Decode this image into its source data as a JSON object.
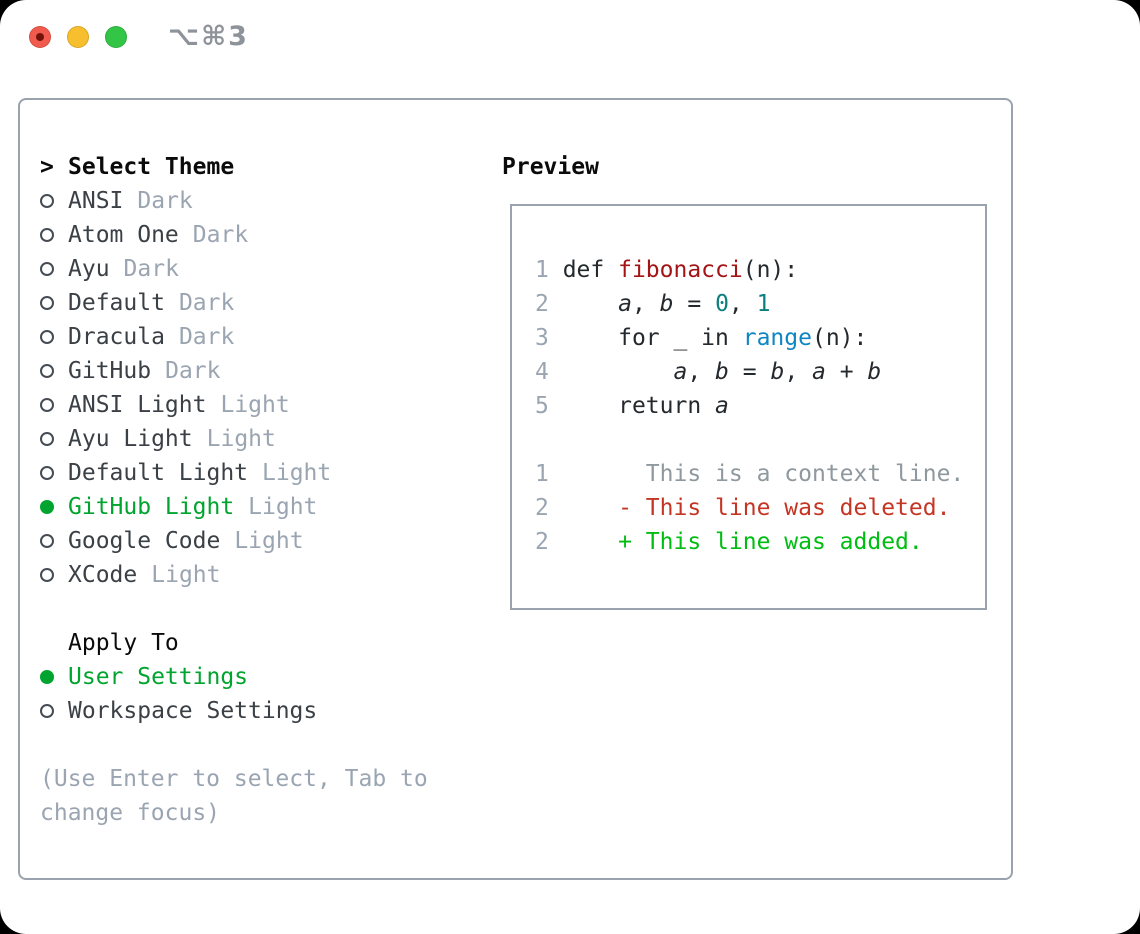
{
  "window": {
    "title": "⌥⌘3",
    "traffic_lights": [
      {
        "name": "close",
        "color": "#f15b4d"
      },
      {
        "name": "minimize",
        "color": "#f7be2d"
      },
      {
        "name": "zoom",
        "color": "#32c546"
      }
    ]
  },
  "theme_list": {
    "cursor": ">",
    "header": "Select Theme",
    "items": [
      {
        "name": "ANSI",
        "variant": "Dark",
        "selected": false
      },
      {
        "name": "Atom One",
        "variant": "Dark",
        "selected": false
      },
      {
        "name": "Ayu",
        "variant": "Dark",
        "selected": false
      },
      {
        "name": "Default",
        "variant": "Dark",
        "selected": false
      },
      {
        "name": "Dracula",
        "variant": "Dark",
        "selected": false
      },
      {
        "name": "GitHub",
        "variant": "Dark",
        "selected": false
      },
      {
        "name": "ANSI Light",
        "variant": "Light",
        "selected": false
      },
      {
        "name": "Ayu Light",
        "variant": "Light",
        "selected": false
      },
      {
        "name": "Default Light",
        "variant": "Light",
        "selected": false
      },
      {
        "name": "GitHub Light",
        "variant": "Light",
        "selected": true
      },
      {
        "name": "Google Code",
        "variant": "Light",
        "selected": false
      },
      {
        "name": "XCode",
        "variant": "Light",
        "selected": false
      }
    ]
  },
  "apply_to": {
    "header": "Apply To",
    "options": [
      {
        "label": "User Settings",
        "selected": true
      },
      {
        "label": "Workspace Settings",
        "selected": false
      }
    ]
  },
  "hint": {
    "line1": "(Use Enter to select, Tab to",
    "line2": "change focus)"
  },
  "preview": {
    "header": "Preview",
    "code": [
      {
        "tokens": [
          {
            "t": "1 ",
            "c": "line_number"
          },
          {
            "t": "def "
          },
          {
            "t": "fibonacci",
            "c": "syntax_function"
          },
          {
            "t": "(n):"
          }
        ]
      },
      {
        "tokens": [
          {
            "t": "2 ",
            "c": "line_number"
          },
          {
            "t": "    "
          },
          {
            "t": "a",
            "i": 1
          },
          {
            "t": ", "
          },
          {
            "t": "b",
            "i": 1
          },
          {
            "t": " = "
          },
          {
            "t": "0",
            "c": "syntax_number"
          },
          {
            "t": ", "
          },
          {
            "t": "1",
            "c": "syntax_number"
          }
        ]
      },
      {
        "tokens": [
          {
            "t": "3 ",
            "c": "line_number"
          },
          {
            "t": "    for _ in "
          },
          {
            "t": "range",
            "c": "syntax_builtin"
          },
          {
            "t": "(n):"
          }
        ]
      },
      {
        "tokens": [
          {
            "t": "4 ",
            "c": "line_number"
          },
          {
            "t": "        "
          },
          {
            "t": "a",
            "i": 1
          },
          {
            "t": ", "
          },
          {
            "t": "b",
            "i": 1
          },
          {
            "t": " = "
          },
          {
            "t": "b",
            "i": 1
          },
          {
            "t": ", "
          },
          {
            "t": "a",
            "i": 1
          },
          {
            "t": " + "
          },
          {
            "t": "b",
            "i": 1
          }
        ]
      },
      {
        "tokens": [
          {
            "t": "5 ",
            "c": "line_number"
          },
          {
            "t": "    return "
          },
          {
            "t": "a",
            "i": 1
          }
        ]
      }
    ],
    "diff": [
      {
        "tokens": [
          {
            "t": "1 ",
            "c": "line_number"
          },
          {
            "t": "      "
          },
          {
            "t": "This is a context line.",
            "c": "diff_context"
          }
        ]
      },
      {
        "tokens": [
          {
            "t": "2 ",
            "c": "line_number"
          },
          {
            "t": "    "
          },
          {
            "t": "- This line was deleted.",
            "c": "diff_deleted"
          }
        ]
      },
      {
        "tokens": [
          {
            "t": "2 ",
            "c": "line_number"
          },
          {
            "t": "    "
          },
          {
            "t": "+ This line was added.",
            "c": "diff_added"
          }
        ]
      }
    ]
  },
  "colors": {
    "selected_green": "#00a42e",
    "code_text": "#24292e",
    "syntax_function": "#a31417",
    "syntax_number": "#0b7e7e",
    "syntax_builtin": "#0e86c4",
    "line_number": "#9aa5b1",
    "diff_context": "#8e989e",
    "diff_deleted": "#c43524",
    "diff_added": "#00bd12",
    "muted_gray": "#9aa5b1",
    "panel_border": "#9aa2ae",
    "traffic_red": "#f15b4d",
    "traffic_yellow": "#f7be2d",
    "traffic_green": "#32c546"
  }
}
